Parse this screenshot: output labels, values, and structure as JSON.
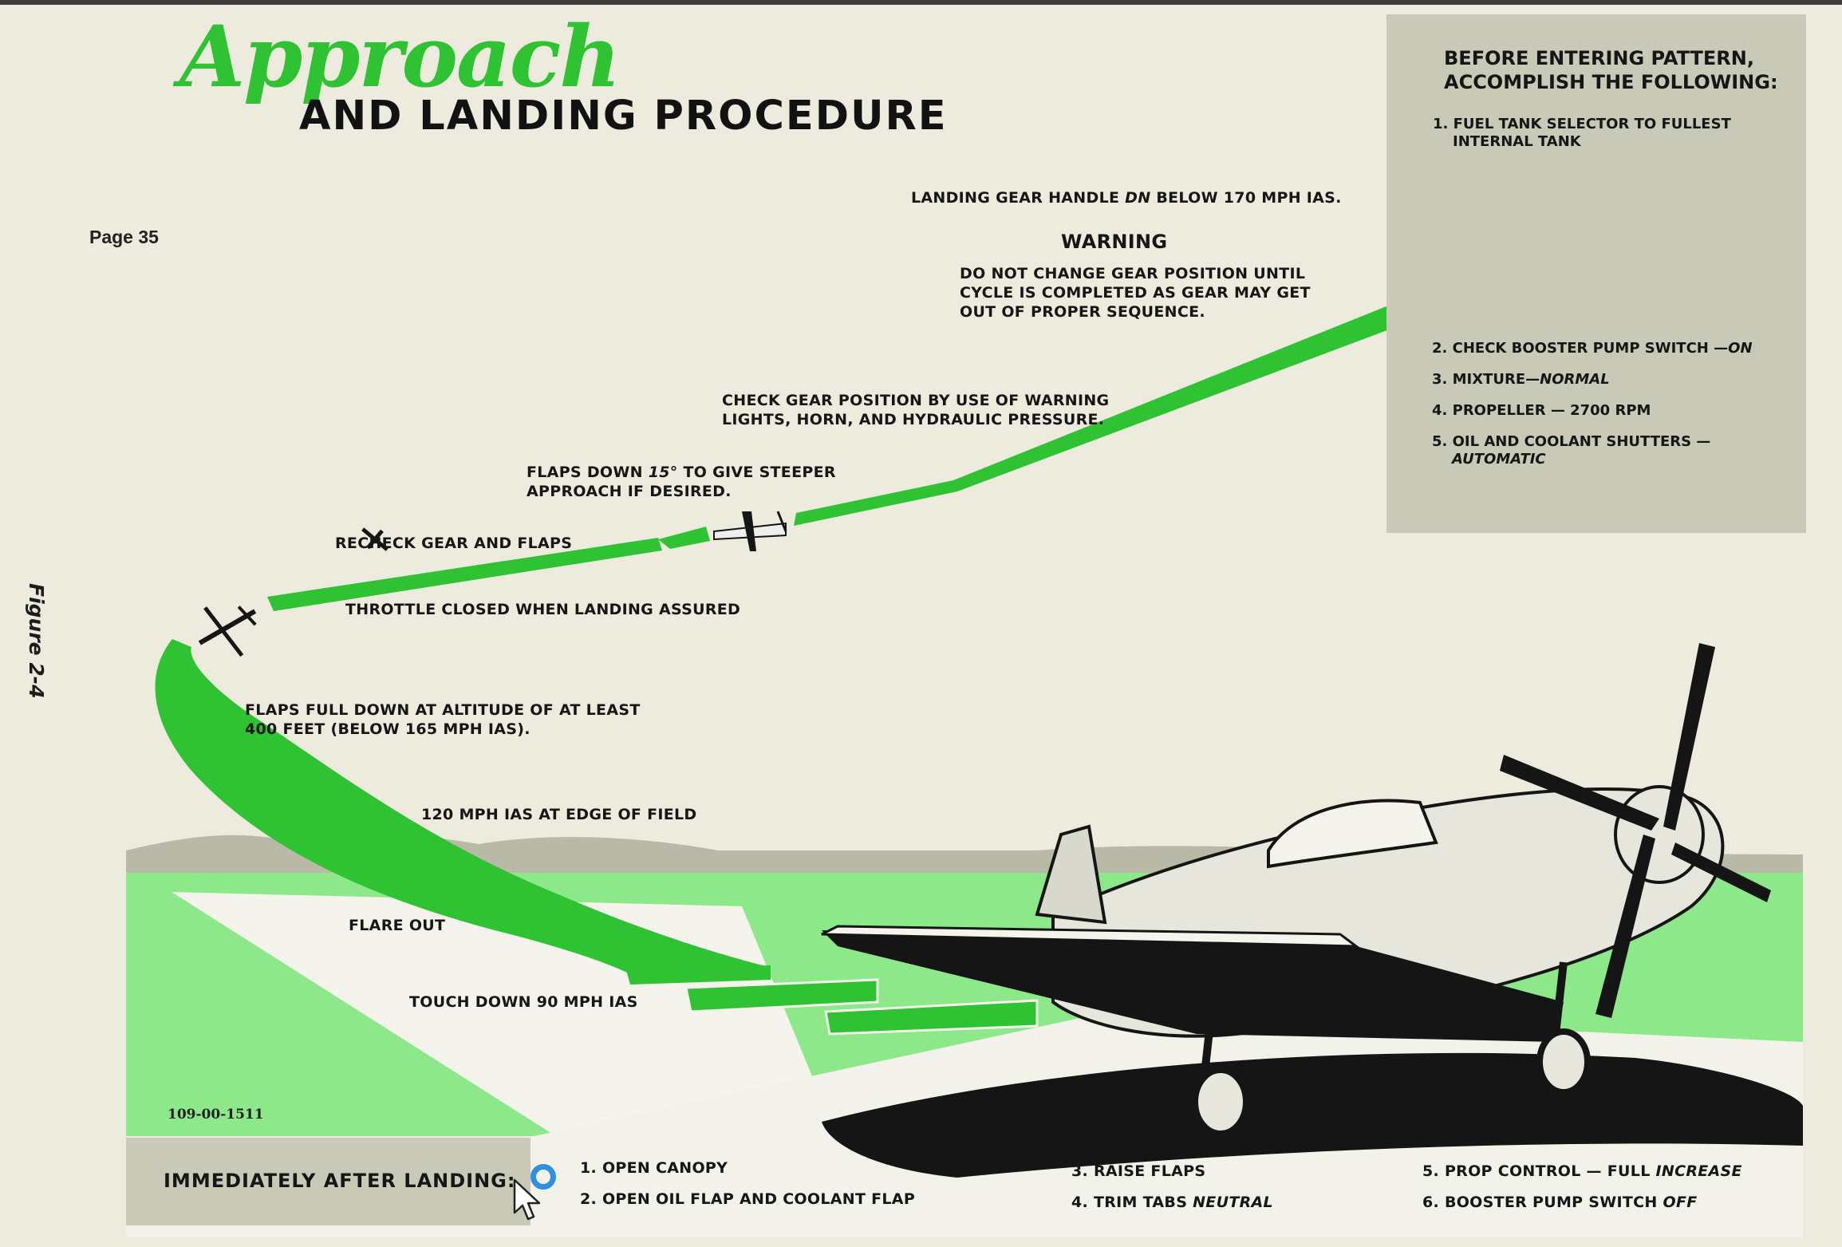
{
  "title": {
    "script": "Approach",
    "main": "AND LANDING PROCEDURE"
  },
  "page_label": "Page 35",
  "figure_label": "Figure 2-4",
  "drawing_code": "109-00-1511",
  "before_pattern": {
    "heading_line1": "BEFORE  ENTERING  PATTERN,",
    "heading_line2": "ACCOMPLISH THE FOLLOWING:",
    "item1_line1": "1. FUEL TANK SELECTOR TO FULLEST",
    "item1_line2": "INTERNAL TANK",
    "item2_text": "2. CHECK BOOSTER PUMP SWITCH —",
    "item2_em": "ON",
    "item3_text": "3. MIXTURE—",
    "item3_em": "NORMAL",
    "item4": "4. PROPELLER — 2700 RPM",
    "item5_line1": "5. OIL  AND  COOLANT  SHUTTERS —",
    "item5_em": "AUTOMATIC"
  },
  "annotations": {
    "gear_handle_pre": "LANDING GEAR HANDLE ",
    "gear_handle_em": "DN",
    "gear_handle_post": " BELOW 170 MPH IAS.",
    "warning_title": "WARNING",
    "warning_line1": "DO NOT CHANGE GEAR POSITION UNTIL",
    "warning_line2": "CYCLE IS COMPLETED AS GEAR MAY GET",
    "warning_line3": "OUT OF PROPER SEQUENCE.",
    "check_gear_line1": "CHECK GEAR POSITION BY USE OF WARNING",
    "check_gear_line2": "LIGHTS, HORN, AND HYDRAULIC PRESSURE.",
    "flaps15_pre": "FLAPS DOWN ",
    "flaps15_em": "15°",
    "flaps15_post": " TO GIVE STEEPER",
    "flaps15_line2": "APPROACH IF DESIRED.",
    "recheck": "RECHECK GEAR AND FLAPS",
    "throttle": "THROTTLE CLOSED WHEN LANDING ASSURED",
    "flaps_full_line1": "FLAPS FULL DOWN AT ALTITUDE OF AT LEAST",
    "flaps_full_line2": "400 FEET (BELOW 165 MPH IAS).",
    "edge_field": "120 MPH IAS AT EDGE OF FIELD",
    "flare": "FLARE OUT",
    "touchdown": "TOUCH DOWN 90 MPH IAS"
  },
  "after_landing": {
    "title": "IMMEDIATELY AFTER LANDING:",
    "item1": "1. OPEN CANOPY",
    "item2": "2. OPEN OIL FLAP AND COOLANT FLAP",
    "item3": "3. RAISE FLAPS",
    "item4_text": "4. TRIM TABS ",
    "item4_em": "NEUTRAL",
    "item5_text": "5. PROP CONTROL — FULL ",
    "item5_em": "INCREASE",
    "item6_text": "6. BOOSTER PUMP SWITCH ",
    "item6_em": "OFF"
  },
  "colors": {
    "green": "#2fc232",
    "light_green": "#8de88a",
    "paper": "#ecebde",
    "panel": "#c9c9b8",
    "ink": "#161616",
    "cursor": "#2f8fe0"
  },
  "icons": [
    "aircraft-topdown-icon",
    "aircraft-banking-icon",
    "aircraft-level-icon",
    "aircraft-pattern-entry-icon",
    "mustang-illustration",
    "loading-ring-icon",
    "mouse-pointer-icon"
  ]
}
